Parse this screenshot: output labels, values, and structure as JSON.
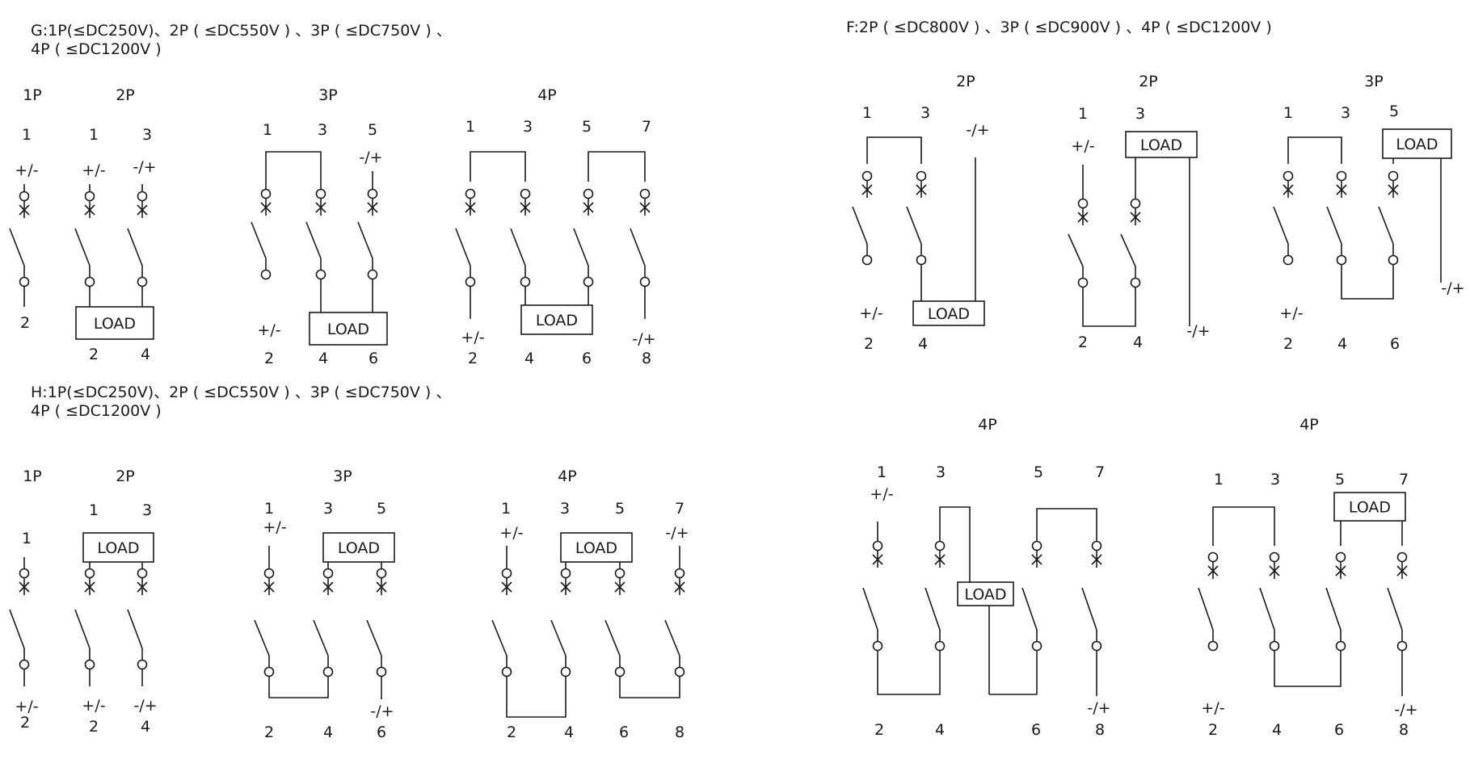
{
  "sections": {
    "G": {
      "line1": "G:1P(≤DC250V)、2P ( ≤DC550V ) 、3P ( ≤DC750V ) 、",
      "line2": "4P ( ≤DC1200V )",
      "poles": [
        "1P",
        "2P",
        "3P",
        "4P"
      ]
    },
    "H": {
      "line1": "H:1P(≤DC250V)、2P ( ≤DC550V ) 、3P ( ≤DC750V ) 、",
      "line2": "4P ( ≤DC1200V )",
      "poles": [
        "1P",
        "2P",
        "3P",
        "4P"
      ]
    },
    "F": {
      "line1": "F:2P ( ≤DC800V ) 、3P ( ≤DC900V ) 、4P ( ≤DC1200V )",
      "poles": [
        "2P",
        "2P",
        "3P",
        "4P",
        "4P"
      ]
    }
  },
  "terminals": {
    "n1": "1",
    "n2": "2",
    "n3": "3",
    "n4": "4",
    "n5": "5",
    "n6": "6",
    "n7": "7",
    "n8": "8"
  },
  "labels": {
    "load": "LOAD",
    "pos_neg": "+/-",
    "neg_pos": "-/+"
  },
  "colors": {
    "line": "#1a1a1a",
    "background": "#ffffff"
  }
}
